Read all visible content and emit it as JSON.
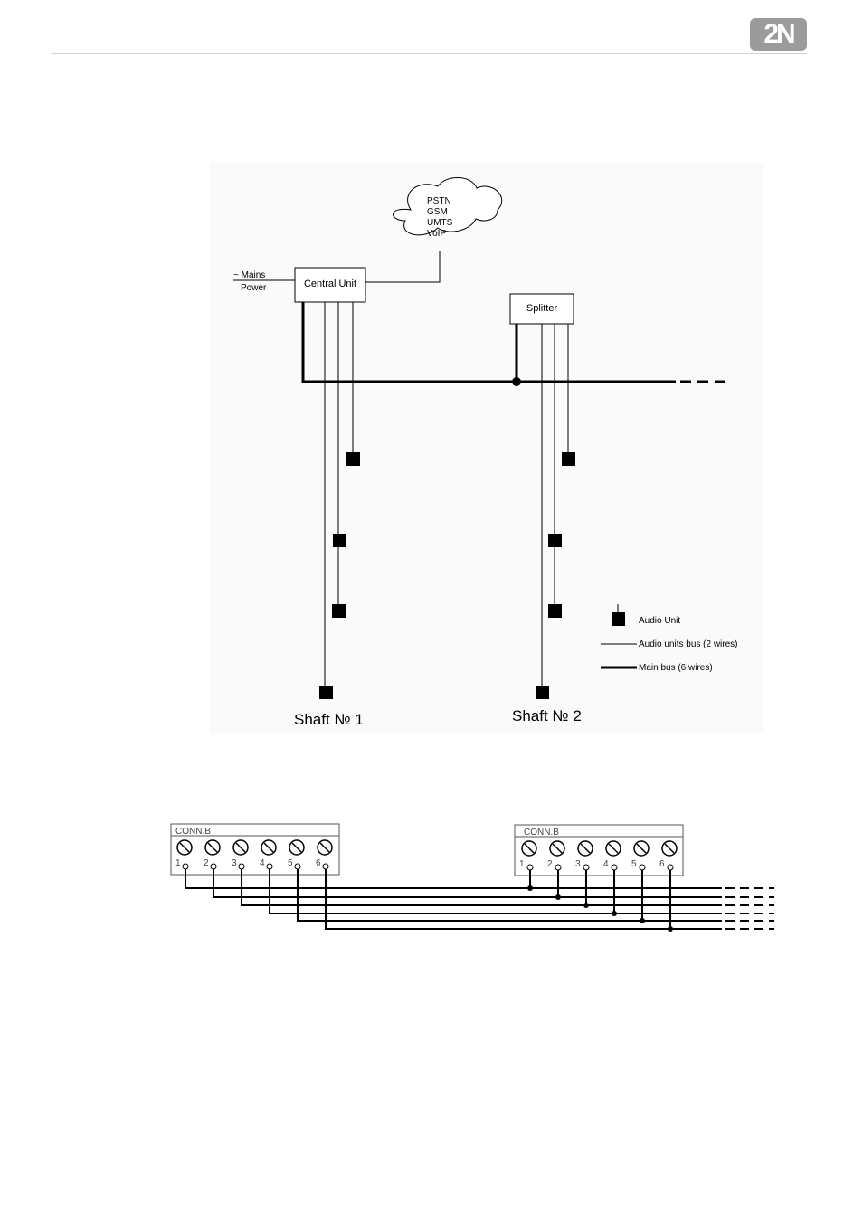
{
  "header": {
    "logo_text": "2N"
  },
  "diagram1": {
    "network_cloud": [
      "PSTN",
      "GSM",
      "UMTS",
      "VoIP"
    ],
    "mains_label_line1": "~ Mains",
    "mains_label_line2": "Power",
    "central_unit_label": "Central Unit",
    "splitter_label": "Splitter",
    "shaft1_label": "Shaft № 1",
    "shaft2_label": "Shaft №  2",
    "legend": {
      "audio_unit": "Audio Unit",
      "audio_bus": "Audio units bus (2 wires)",
      "main_bus": "Main bus (6 wires)"
    }
  },
  "diagram2": {
    "left_connector": {
      "label": "CONN.B",
      "pins": [
        "1",
        "2",
        "3",
        "4",
        "5",
        "6"
      ]
    },
    "right_connector": {
      "label": "CONN.B",
      "pins": [
        "1",
        "2",
        "3",
        "4",
        "5",
        "6"
      ]
    }
  }
}
